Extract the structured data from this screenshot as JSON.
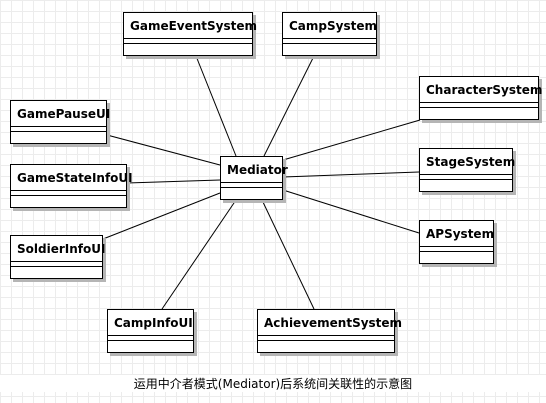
{
  "diagram": {
    "hub": "Mediator",
    "classes": [
      "GameEventSystem",
      "CampSystem",
      "CharacterSystem",
      "GamePauseUI",
      "StageSystem",
      "GameStateInfoUI",
      "APSystem",
      "SoldierInfoUI",
      "CampInfoUI",
      "AchievementSystem"
    ],
    "caption": "运用中介者模式(Mediator)后系统间关联性的示意图"
  },
  "colors": {
    "line": "#000000",
    "shadow": "#b5b5b5",
    "grid": "#ececec"
  }
}
